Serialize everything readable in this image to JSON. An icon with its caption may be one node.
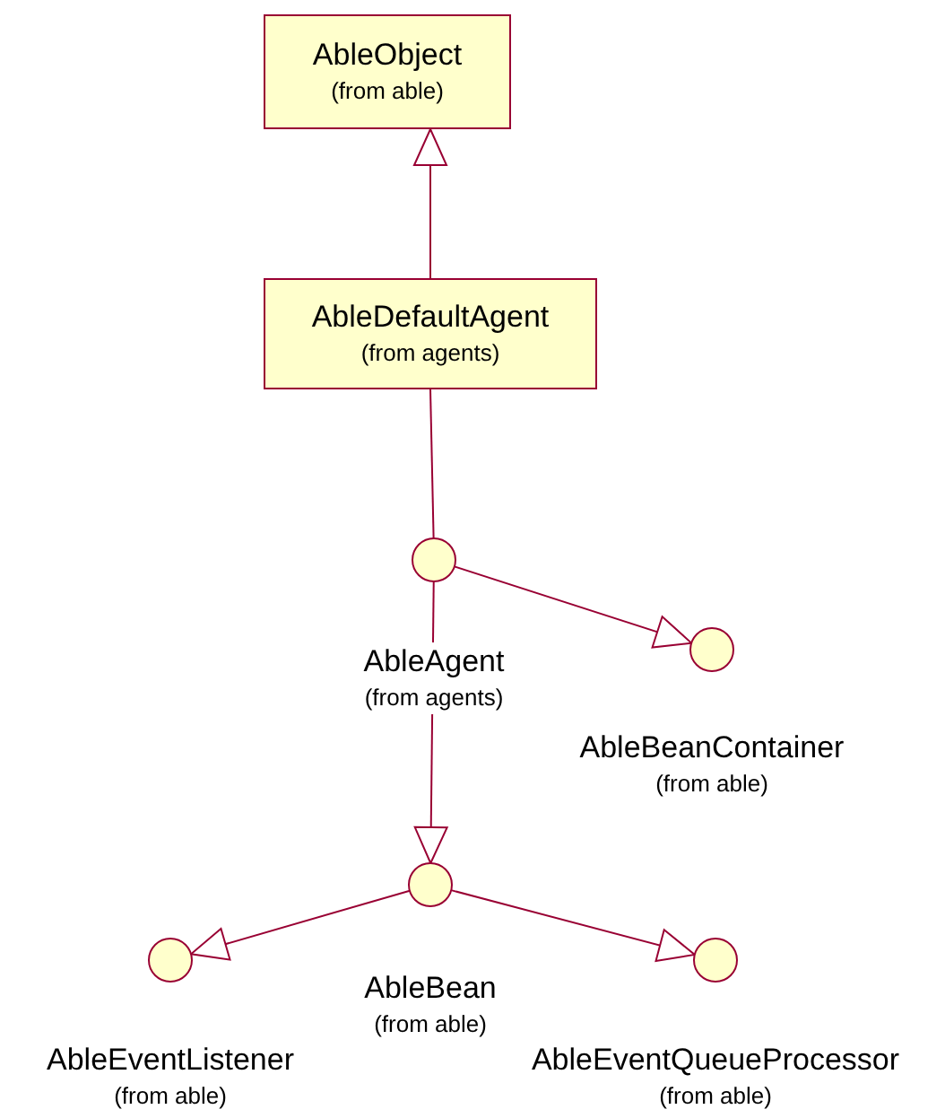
{
  "diagram": {
    "nodes": [
      {
        "text": [
          "AbleObject",
          "(from able)"
        ]
      },
      {
        "text": [
          "AbleDefaultAgent",
          "(from agents)"
        ]
      },
      {
        "text": [
          "AbleAgent",
          "(from agents)"
        ]
      },
      {
        "text": [
          "AbleBeanContainer",
          "(from able)"
        ]
      },
      {
        "text": [
          "AbleBean",
          "(from able)"
        ]
      },
      {
        "text": [
          "AbleEventListener",
          "(from able)"
        ]
      },
      {
        "text": [
          "AbleEventQueueProcessor",
          "(from able)"
        ]
      }
    ],
    "edges": [
      {
        "from": 1,
        "to": 0,
        "arrow": "to"
      },
      {
        "from": 1,
        "to": 2,
        "arrow": "none"
      },
      {
        "from": 2,
        "to": 3,
        "arrow": "to"
      },
      {
        "from": 2,
        "to": 4,
        "arrow": "to"
      },
      {
        "from": 4,
        "to": 5,
        "arrow": "to"
      },
      {
        "from": 4,
        "to": 6,
        "arrow": "to"
      }
    ]
  }
}
